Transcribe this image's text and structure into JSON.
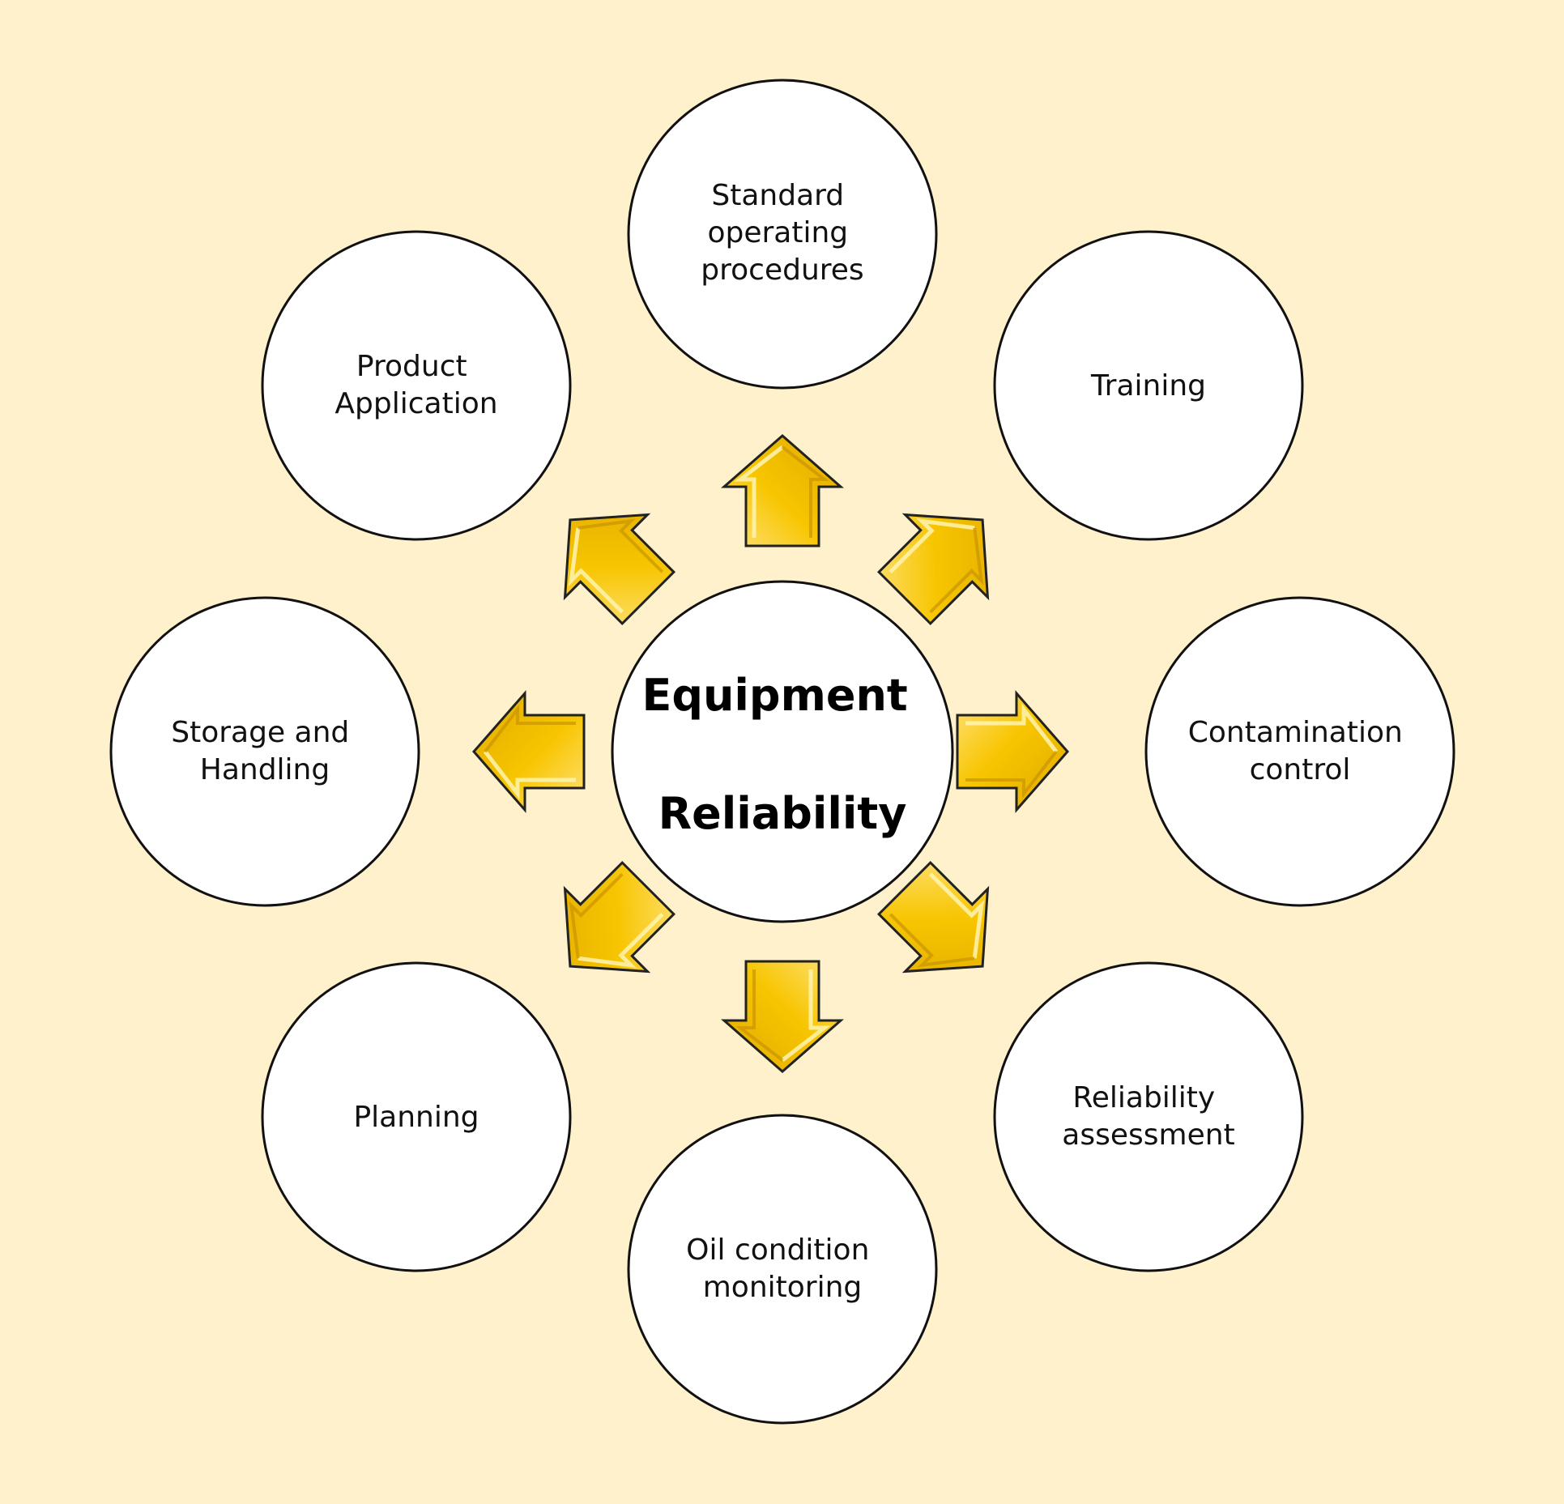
{
  "diagram": {
    "center": {
      "lines": [
        "Equipment",
        "Reliability"
      ]
    },
    "nodes": [
      {
        "id": "sop",
        "lines": [
          "Standard",
          "operating",
          "procedures"
        ]
      },
      {
        "id": "training",
        "lines": [
          "Training"
        ]
      },
      {
        "id": "contamination",
        "lines": [
          "Contamination",
          "control"
        ]
      },
      {
        "id": "reliability-assessment",
        "lines": [
          "Reliability",
          "assessment"
        ]
      },
      {
        "id": "oil-monitoring",
        "lines": [
          "Oil condition",
          "monitoring"
        ]
      },
      {
        "id": "planning",
        "lines": [
          "Planning"
        ]
      },
      {
        "id": "storage",
        "lines": [
          "Storage and",
          "Handling"
        ]
      },
      {
        "id": "product-application",
        "lines": [
          "Product",
          "Application"
        ]
      }
    ]
  },
  "colors": {
    "background": "#fff1cc",
    "circle_fill": "#ffffff",
    "circle_stroke": "#111111",
    "arrow_fill": "#f7c500",
    "arrow_highlight": "#ffe27a",
    "arrow_stroke": "#222222"
  }
}
